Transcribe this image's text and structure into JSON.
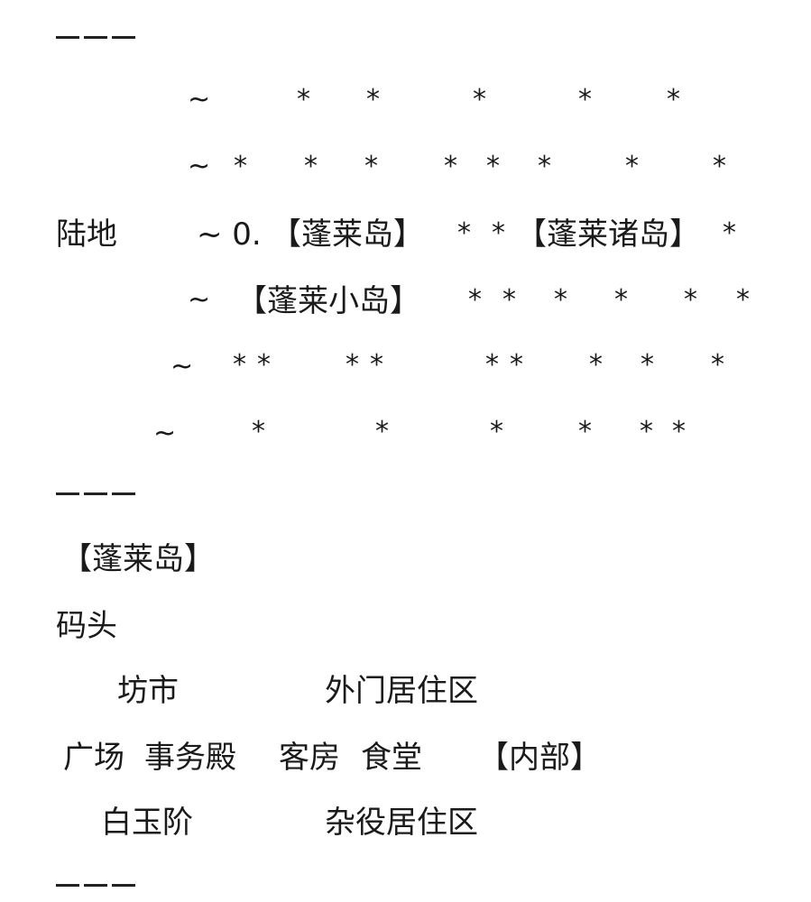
{
  "separator": "———",
  "sea_map": {
    "land_label": "陆地",
    "tilde": "~",
    "star": "*",
    "marker_zero": "~ 0.",
    "penglai_island": "【蓬莱岛】",
    "penglai_islands": "【蓬莱诸岛】",
    "penglai_small_island": "【蓬莱小岛】"
  },
  "island_map": {
    "title": "【蓬莱岛】",
    "pier": "码头",
    "market": "坊市",
    "outer_residence": "外门居住区",
    "plaza": "广场",
    "affairs_hall": "事务殿",
    "guest_rooms": "客房",
    "canteen": "食堂",
    "interior": "【内部】",
    "white_jade_steps": "白玉阶",
    "servants_residence": "杂役居住区"
  }
}
